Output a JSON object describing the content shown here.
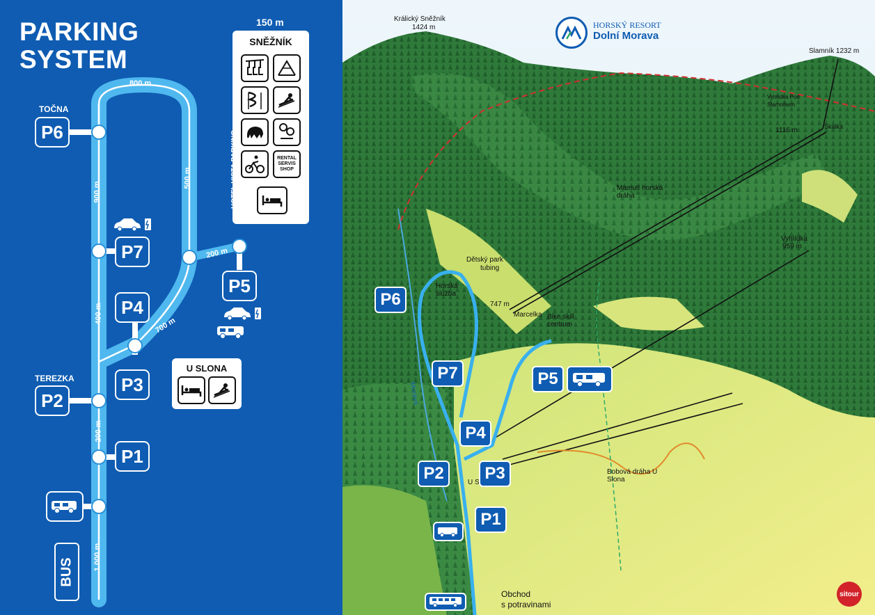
{
  "legend": {
    "title_line1": "PARKING",
    "title_line2": "SYSTEM",
    "lots": {
      "p6": {
        "code": "P6",
        "name": "TOČNA"
      },
      "p7": {
        "code": "P7"
      },
      "p5": {
        "code": "P5"
      },
      "p4": {
        "code": "P4"
      },
      "p3": {
        "code": "P3"
      },
      "p2": {
        "code": "P2",
        "name": "TEREZKA"
      },
      "p1": {
        "code": "P1"
      }
    },
    "distances": {
      "d800": "800 m",
      "d900": "900 m",
      "d500": "500 m",
      "d200a": "200 m",
      "d400": "400 m",
      "d700": "700 m",
      "d200b": "200 m",
      "d1000": "1 000 m"
    },
    "hotel_vista_label": "HOTEL VISTA PARKING",
    "bus_label": "BUS",
    "sneznik_panel": {
      "distance": "150 m",
      "title": "SNĚŽNÍK",
      "rental_text": [
        "RENTAL",
        "SERVIS",
        "SHOP"
      ],
      "icons": [
        "chairlift-icon",
        "gondola-icon",
        "slide-tower-icon",
        "sledge-icon",
        "mammoth-icon",
        "skate-icon",
        "cyclist-icon",
        "rental-servis-shop",
        "bed-icon"
      ]
    },
    "u_slona_panel": {
      "title": "U SLONA",
      "icons": [
        "bed-icon",
        "sledge-icon"
      ]
    },
    "colors": {
      "background": "#0f5cb2",
      "route": "#35a8e8",
      "route_light": "#6cc6f2"
    }
  },
  "map": {
    "brand_line1": "HORSKÝ RESORT",
    "brand_line2": "Dolní Morava",
    "peaks": {
      "kralicky": "Králický Sněžník",
      "kralicky_alt": "1424 m",
      "slamnik": "Slamník 1232 m",
      "vyhlidka": "Vyhlídka",
      "vyhlidka_alt": "959 m",
      "alt_1116": "1116 m",
      "alt_747": "747 m"
    },
    "labels": {
      "mamuti": "Mamutí horská dráha",
      "bobova": "Bobová dráha U Slona",
      "obchod1": "Obchod",
      "obchod2": "s potravinami",
      "morava": "Morava",
      "horska_sluzba": "Horská služba",
      "marcelka": "Marcelka",
      "bike": "Bike skill centrum",
      "vyhlidka_pod": "Vyhlídka Pod Slamníkem",
      "skalka": "Skalka",
      "detsky": "Dětský park",
      "tubing": "tubing",
      "u_slona_map": "U Slona",
      "sitour": "sitour"
    },
    "parking": {
      "p1": "P1",
      "p2": "P2",
      "p3": "P3",
      "p4": "P4",
      "p5": "P5",
      "p6": "P6",
      "p7": "P7"
    }
  }
}
